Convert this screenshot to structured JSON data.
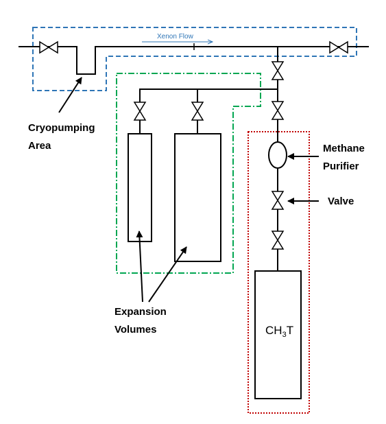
{
  "labels": {
    "xenon_flow": "Xenon Flow",
    "cryopumping": [
      "Cryopumping",
      "Area"
    ],
    "methane_purifier": [
      "Methane",
      "Purifier"
    ],
    "valve": "Valve",
    "expansion_volumes": [
      "Expansion",
      "Volumes"
    ],
    "tank": {
      "main": "CH",
      "sub": "3",
      "tail": "T"
    }
  },
  "colors": {
    "line": "#000000",
    "cryo_box": "#2e75b6",
    "expansion_box": "#00a651",
    "purifier_box": "#c00000",
    "flow_arrow": "#2e75b6"
  },
  "icons": [
    "valve-icon",
    "purifier-icon",
    "arrow-icon"
  ]
}
